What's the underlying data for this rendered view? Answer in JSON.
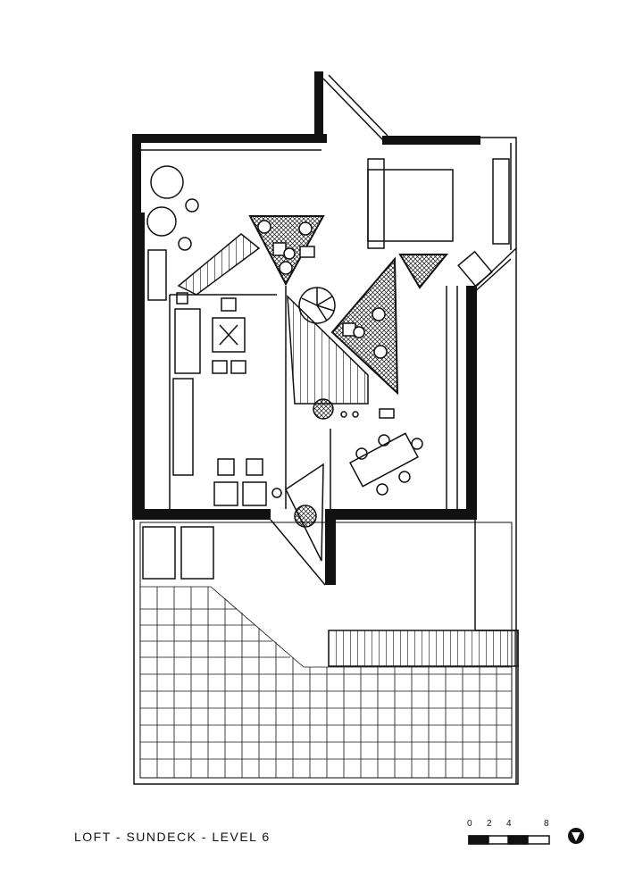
{
  "drawing": {
    "title": "LOFT - SUNDECK - LEVEL 6",
    "scale_labels": [
      "0",
      "2",
      "4",
      "8"
    ],
    "north_icon": "north-arrow-icon",
    "ink_color": "#111111",
    "paper_color": "#ffffff"
  }
}
